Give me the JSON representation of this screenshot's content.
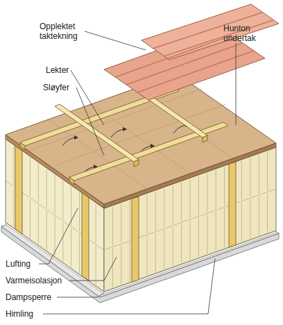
{
  "diagram": {
    "labels": [
      "Opplektet taktekning",
      "Lekter",
      "Sløyfer",
      "Hunton undertak",
      "Lufting",
      "Varmeisolasjon",
      "Dampsperre",
      "Himling"
    ]
  }
}
